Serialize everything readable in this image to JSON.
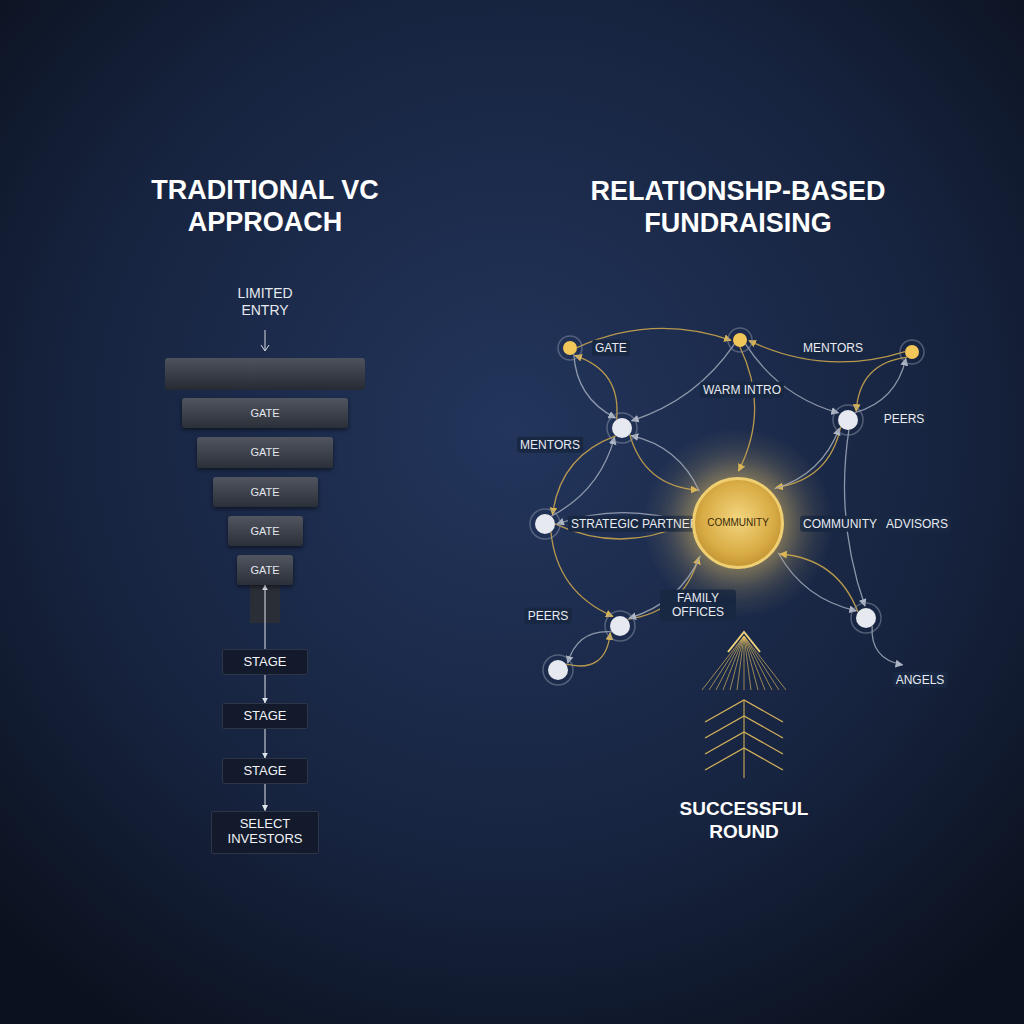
{
  "diagram": {
    "nodes": [
      {
        "text": [
          "GATE"
        ]
      },
      {
        "text": [
          "GATE"
        ]
      },
      {
        "text": [
          "GATE"
        ]
      },
      {
        "text": [
          "GATE"
        ]
      },
      {
        "text": [
          "GATE"
        ]
      },
      {
        "text": [
          "STAGE"
        ]
      },
      {
        "text": [
          "STAGE"
        ]
      },
      {
        "text": [
          "STAGE"
        ]
      },
      {
        "text": [
          "SELECT INVESTORS"
        ]
      },
      {
        "text": [
          "COMMUNITY"
        ]
      }
    ],
    "edges": [
      {
        "from": 5,
        "to": 4,
        "arrow": "to"
      },
      {
        "from": 5,
        "to": 6,
        "arrow": "to"
      },
      {
        "from": 6,
        "to": 7,
        "arrow": "to"
      },
      {
        "from": 7,
        "to": 8,
        "arrow": "to"
      }
    ],
    "labels": [
      "TRADITIONAL VC APPROACH",
      "LIMITED ENTRY",
      "RELATIONSHP-BASED FUNDRAISING",
      "GATE",
      "MENTORS",
      "WARM INTRO",
      "PEERS",
      "MENTORS",
      "STRATEGIC PARTNERS",
      "COMMUNITY",
      "ADVISORS",
      "FAMILY OFFICES",
      "PEERS",
      "ANGELS",
      "SUCCESSFUL ROUND"
    ]
  }
}
